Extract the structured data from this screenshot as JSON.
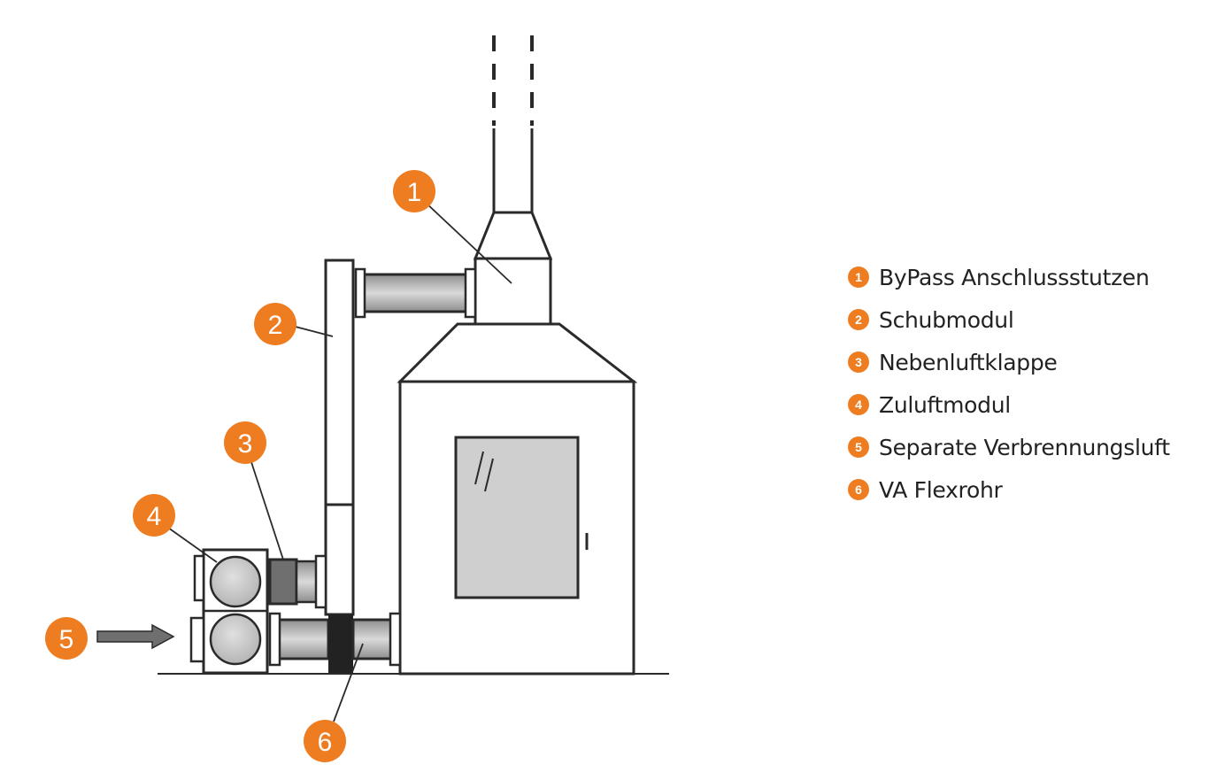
{
  "colors": {
    "accent": "#ee7d22",
    "line": "#2a2a2a",
    "pipe_gray": "#b4b4b4",
    "window_gray": "#cfcfcf",
    "module_dark": "#6f6f6f"
  },
  "callouts": [
    {
      "number": "1",
      "label": "ByPass Anschlussstutzen"
    },
    {
      "number": "2",
      "label": "Schubmodul"
    },
    {
      "number": "3",
      "label": "Nebenluftklappe"
    },
    {
      "number": "4",
      "label": "Zuluftmodul"
    },
    {
      "number": "5",
      "label": "Separate Verbrennungsluft"
    },
    {
      "number": "6",
      "label": "VA Flexrohr"
    }
  ]
}
